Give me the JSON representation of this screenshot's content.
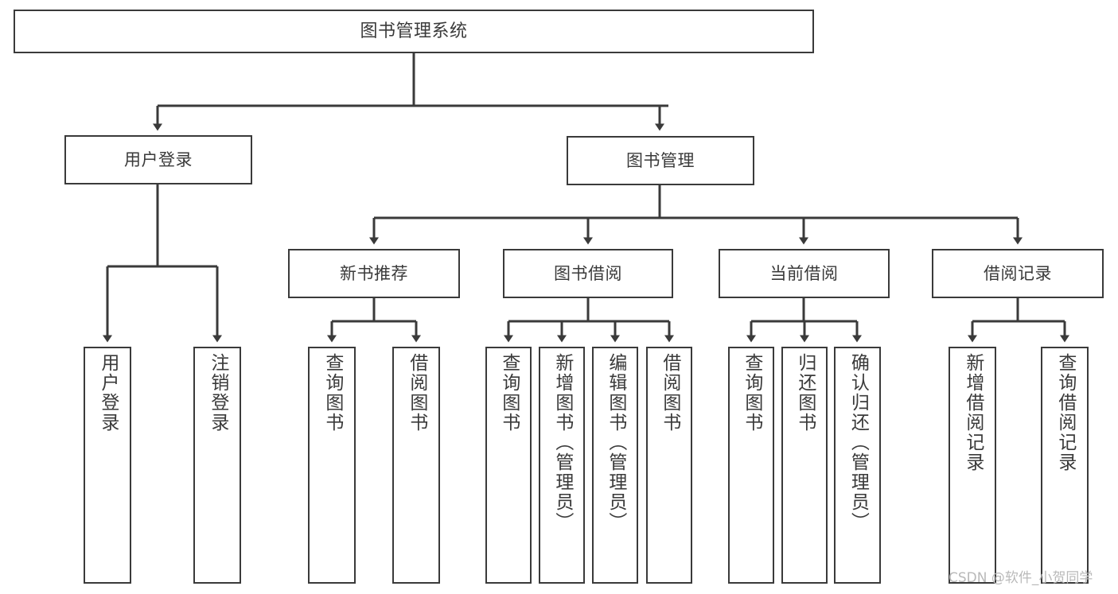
{
  "diagram": {
    "title_node": {
      "id": "root",
      "label": "图书管理系统"
    },
    "level1": [
      {
        "id": "user-login",
        "label": "用户登录"
      },
      {
        "id": "book-management",
        "label": "图书管理"
      }
    ],
    "level2": [
      {
        "id": "new-book-recommend",
        "label": "新书推荐"
      },
      {
        "id": "book-borrow",
        "label": "图书借阅"
      },
      {
        "id": "current-borrow",
        "label": "当前借阅"
      },
      {
        "id": "borrow-record",
        "label": "借阅记录"
      }
    ],
    "leaves": {
      "user_login": [
        {
          "id": "leaf-user-login",
          "label": "用户登录"
        },
        {
          "id": "leaf-logout-login",
          "label": "注销登录"
        }
      ],
      "new_book_recommend": [
        {
          "id": "leaf-query-book-1",
          "label": "查询图书"
        },
        {
          "id": "leaf-borrow-book-1",
          "label": "借阅图书"
        }
      ],
      "book_borrow": [
        {
          "id": "leaf-query-book-2",
          "label": "查询图书"
        },
        {
          "id": "leaf-add-book",
          "label": "新增图书（管理员）"
        },
        {
          "id": "leaf-edit-book",
          "label": "编辑图书（管理员）"
        },
        {
          "id": "leaf-borrow-book-2",
          "label": "借阅图书"
        }
      ],
      "current_borrow": [
        {
          "id": "leaf-query-book-3",
          "label": "查询图书"
        },
        {
          "id": "leaf-return-book",
          "label": "归还图书"
        },
        {
          "id": "leaf-confirm-return",
          "label": "确认归还（管理员）"
        }
      ],
      "borrow_record": [
        {
          "id": "leaf-add-record",
          "label": "新增借阅记录"
        },
        {
          "id": "leaf-query-record",
          "label": "查询借阅记录"
        }
      ]
    }
  },
  "watermark": {
    "text": "CSDN @软件_小贺同学"
  },
  "colors": {
    "box_border": "#3a3a3a",
    "box_fill": "#ffffff",
    "edge": "#3a3a3a",
    "text": "#3a3a3a",
    "watermark": "#b9b9b9",
    "background": "#ffffff"
  }
}
